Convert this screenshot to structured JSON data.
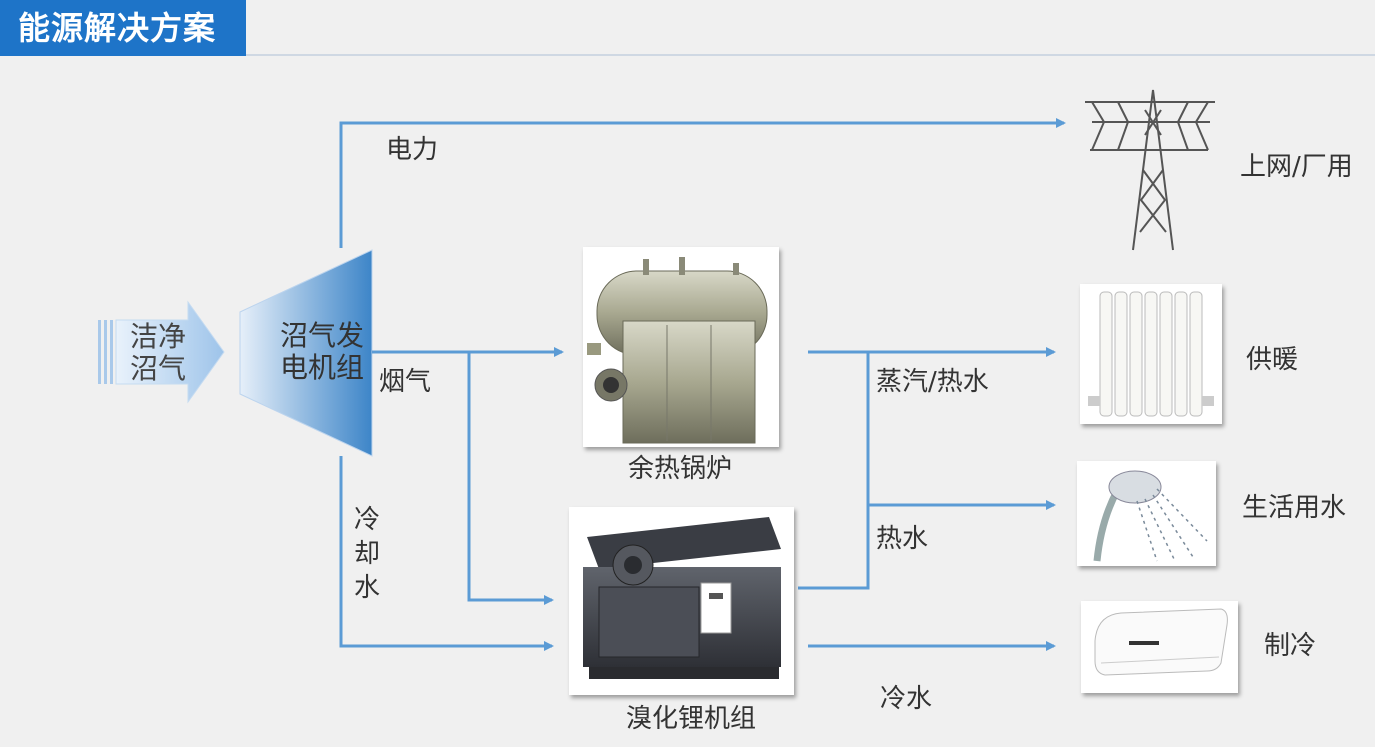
{
  "header": {
    "title": "能源解决方案"
  },
  "source": {
    "label": "洁净\n沼气"
  },
  "generator": {
    "label": "沼气发\n电机组"
  },
  "flows": {
    "power": "电力",
    "flue_gas": "烟气",
    "cooling_water": "冷却水",
    "steam_hot_water": "蒸汽/热水",
    "hot_water": "热水",
    "cold_water": "冷水"
  },
  "equipment": {
    "boiler": "余热锅炉",
    "chiller": "溴化锂机组"
  },
  "outputs": {
    "grid": "上网/厂用",
    "heating": "供暖",
    "domestic_water": "生活用水",
    "cooling": "制冷"
  },
  "colors": {
    "header_bg": "#1e74c8",
    "arrow": "#5b9bd5",
    "text": "#333333"
  }
}
